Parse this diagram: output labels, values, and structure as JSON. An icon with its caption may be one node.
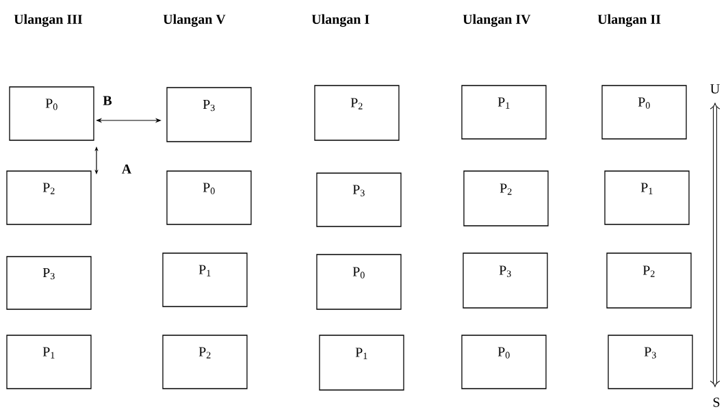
{
  "diagram": {
    "nodes": [
      {
        "text": [
          "P$_{0}$"
        ]
      },
      {
        "text": [
          "P$_{3}$"
        ]
      },
      {
        "text": [
          "P$_{2}$"
        ]
      },
      {
        "text": [
          "P$_{1}$"
        ]
      },
      {
        "text": [
          "P$_{0}$"
        ]
      },
      {
        "text": [
          "P$_{2}$"
        ]
      },
      {
        "text": [
          "P$_{0}$"
        ]
      },
      {
        "text": [
          "P$_{3}$"
        ]
      },
      {
        "text": [
          "P$_{2}$"
        ]
      },
      {
        "text": [
          "P$_{1}$"
        ]
      },
      {
        "text": [
          "P$_{3}$"
        ]
      },
      {
        "text": [
          "P$_{1}$"
        ]
      },
      {
        "text": [
          "P$_{0}$"
        ]
      },
      {
        "text": [
          "P$_{3}$"
        ]
      },
      {
        "text": [
          "P$_{2}$"
        ]
      },
      {
        "text": [
          "P$_{1}$"
        ]
      },
      {
        "text": [
          "P$_{2}$"
        ]
      },
      {
        "text": [
          "P$_{1}$"
        ]
      },
      {
        "text": [
          "P$_{0}$"
        ]
      },
      {
        "text": [
          "P$_{3}$"
        ]
      }
    ],
    "labels": [
      "Ulangan III",
      "Ulangan V",
      "Ulangan I",
      "Ulangan IV",
      "Ulangan II",
      "U",
      "B",
      "A",
      "S"
    ]
  }
}
